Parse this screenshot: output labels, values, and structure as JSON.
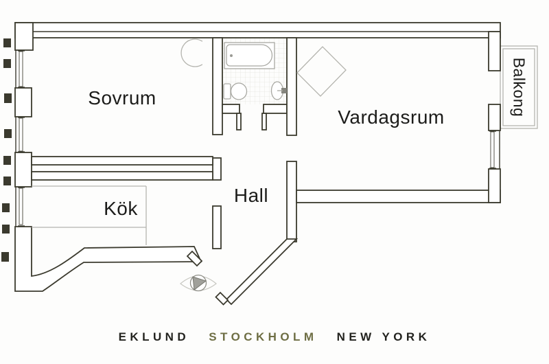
{
  "title": "Apartment floor plan",
  "labels": {
    "sovrum": "Sovrum",
    "vardagsrum": "Vardagsrum",
    "kok": "Kök",
    "hall": "Hall",
    "balkong": "Balkong"
  },
  "footer": {
    "brand": [
      {
        "text": "EKLUND",
        "color": "#23231f"
      },
      {
        "text": "STOCKHOLM",
        "color": "#6e6e44"
      },
      {
        "text": "NEW YORK",
        "color": "#23231f"
      }
    ]
  },
  "fixtures": [
    "bathtub",
    "bathtub-drain",
    "toilet",
    "sink",
    "sink-tap",
    "tiled-bathroom-floor",
    "balcony-platform",
    "corner-stove-round",
    "corner-stove-diamond",
    "entrance-viewpoint-eye",
    "kitchen-counter",
    "window-glazing",
    "door-opening"
  ],
  "colors": {
    "wall": "#3b3a2e",
    "background": "#fdfdfc",
    "symbol_gray": "#b4b4ae",
    "fixture_gray": "#a8a8a2",
    "accent_olive": "#6e6e44",
    "text": "#1c1c1a",
    "tile_grid": "#e4e4df"
  }
}
